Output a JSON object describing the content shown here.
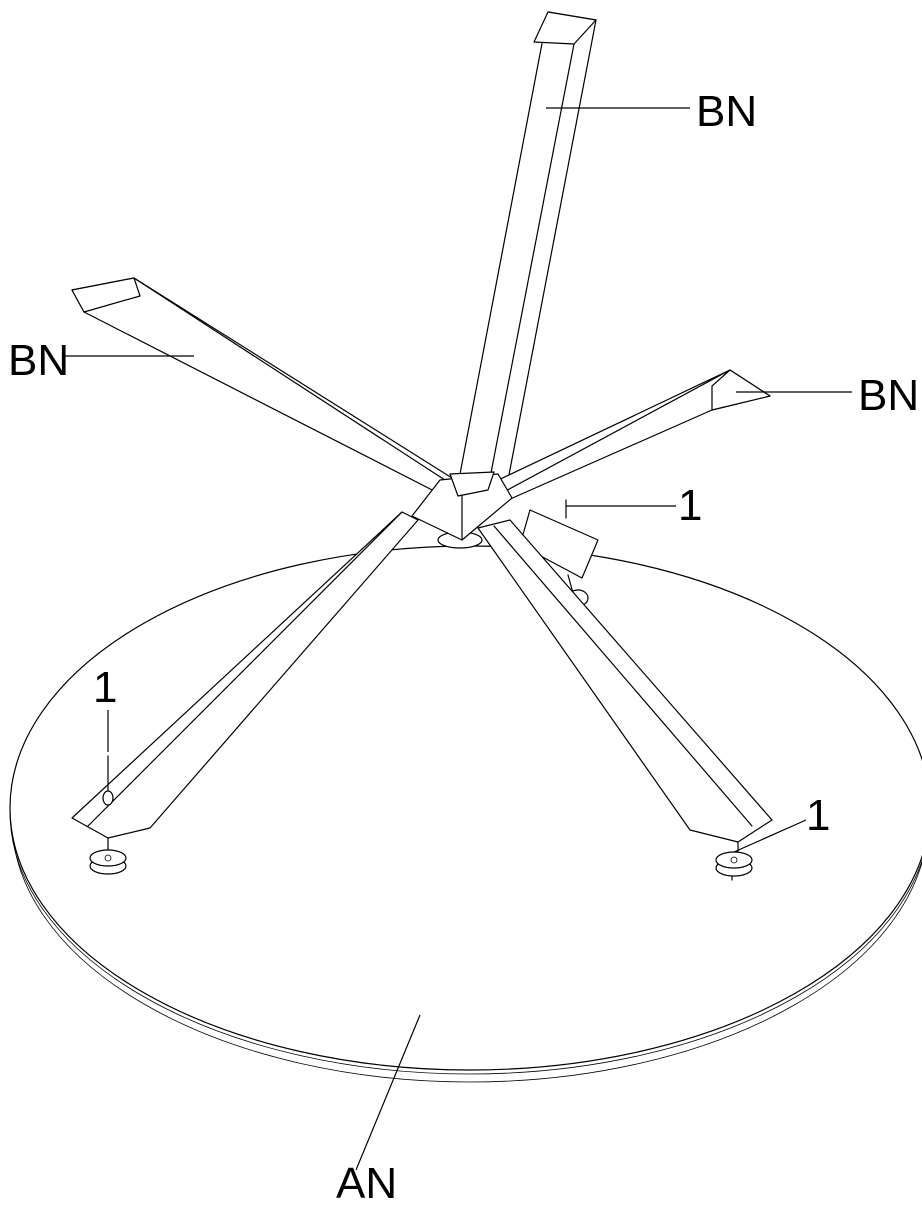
{
  "labels": {
    "table_top": "AN",
    "leg_top": "BN",
    "leg_left": "BN",
    "leg_right": "BN",
    "screw_right_upper": "1",
    "screw_left": "1",
    "screw_right_lower": "1"
  }
}
